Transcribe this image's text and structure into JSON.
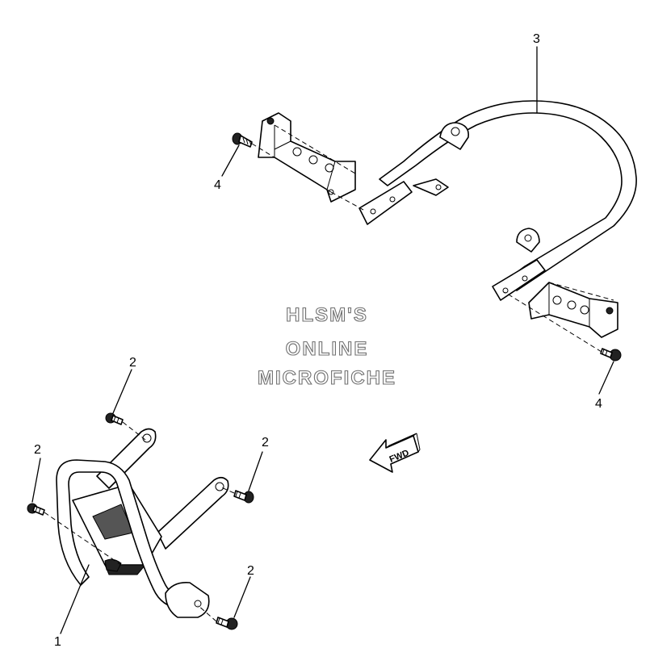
{
  "watermark": {
    "line1": "HLSM'S",
    "line2": "ONLINE",
    "line3": "MICROFICHE"
  },
  "callouts": {
    "part_1": "1",
    "part_2_top": "2",
    "part_2_left": "2",
    "part_2_right": "2",
    "part_2_bottom": "2",
    "part_3": "3",
    "part_4_top": "4",
    "part_4_bottom": "4"
  },
  "direction_arrow": {
    "label": "FWD"
  }
}
